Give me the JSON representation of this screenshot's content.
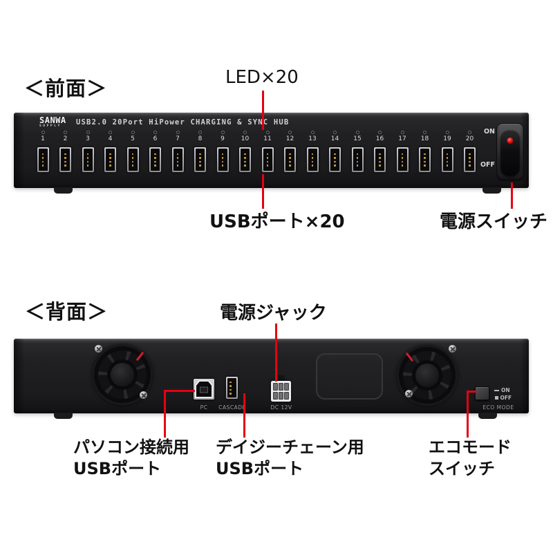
{
  "colors": {
    "annotation_red": "#e60012",
    "chassis_black": "#1c1c1e"
  },
  "front": {
    "heading": "＜前面＞",
    "callouts": {
      "led": "LED×20",
      "usb_ports": "USBポート×20",
      "power_switch": "電源スイッチ"
    },
    "device": {
      "brand": "SANWA",
      "brand_sub": "SUPPLY",
      "model_text": "USB2.0 20Port HiPower CHARGING & SYNC HUB",
      "port_numbers": [
        "1",
        "2",
        "3",
        "4",
        "5",
        "6",
        "7",
        "8",
        "9",
        "10",
        "11",
        "12",
        "13",
        "14",
        "15",
        "16",
        "17",
        "18",
        "19",
        "20"
      ],
      "switch_on": "ON",
      "switch_off": "OFF"
    }
  },
  "back": {
    "heading": "＜背面＞",
    "callouts": {
      "power_jack": "電源ジャック",
      "pc_usb": [
        "パソコン接続用",
        "USBポート"
      ],
      "cascade_usb": [
        "デイジーチェーン用",
        "USBポート"
      ],
      "eco": [
        "エコモード",
        "スイッチ"
      ]
    },
    "device": {
      "pc_port_label": "PC",
      "cascade_port_label": "CASCADE",
      "dc_label": "DC 12V",
      "eco_on": "ON",
      "eco_off": "OFF",
      "eco_mode_label": "ECO MODE"
    }
  }
}
